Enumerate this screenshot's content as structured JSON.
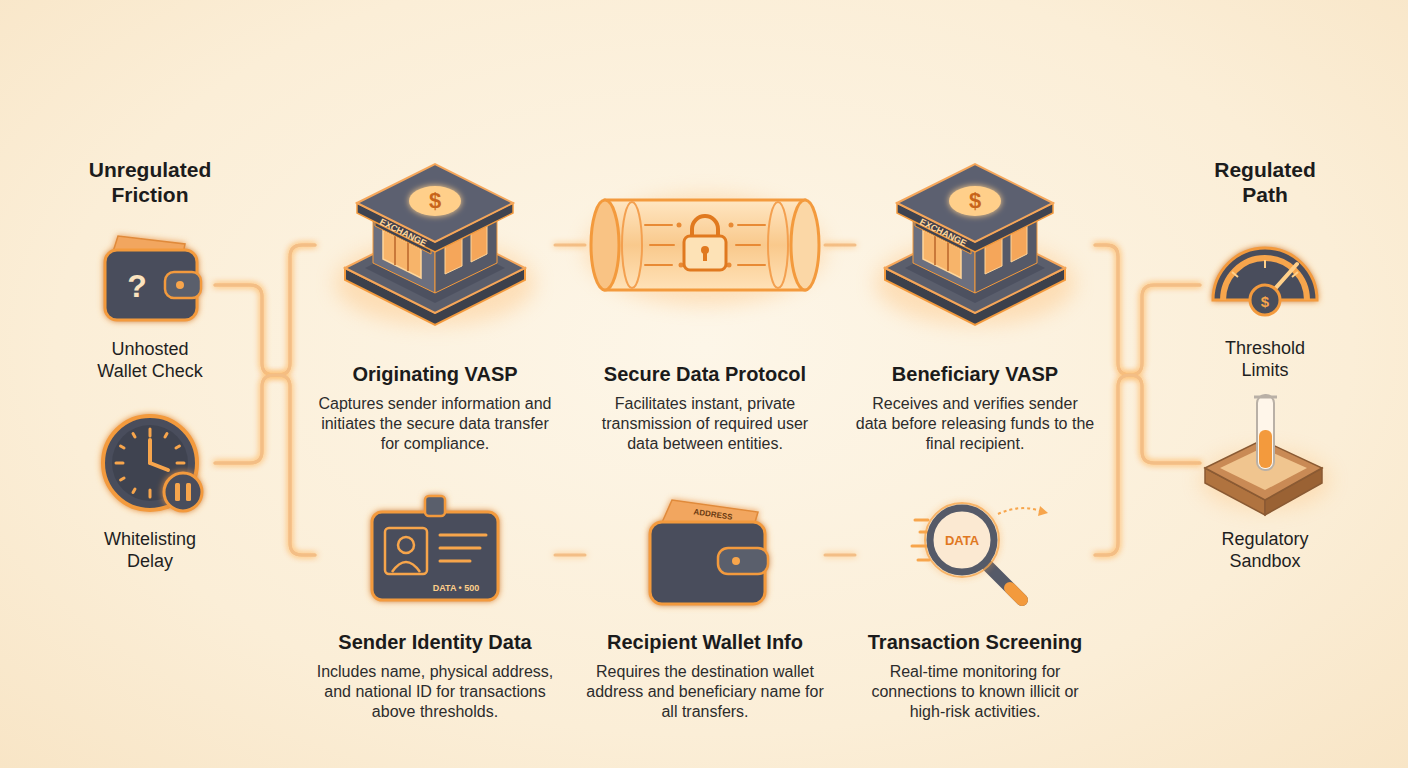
{
  "diagram": {
    "nodes": [
      {
        "text": [
          "Unhosted Wallet Check"
        ]
      },
      {
        "text": [
          "Whitelisting Delay"
        ]
      },
      {
        "text": [
          "Originating VASP",
          "Captures sender information and initiates the secure data transfer for compliance."
        ]
      },
      {
        "text": [
          "Secure Data Protocol",
          "Facilitates instant, private transmission of required user data between entities."
        ]
      },
      {
        "text": [
          "Beneficiary VASP",
          "Receives and verifies sender data before releasing funds to the final recipient."
        ]
      },
      {
        "text": [
          "Sender Identity Data",
          "Includes name, physical address, and national ID for transactions above thresholds."
        ]
      },
      {
        "text": [
          "Recipient Wallet Info",
          "Requires the destination wallet address and beneficiary name for all transfers."
        ]
      },
      {
        "text": [
          "Transaction Screening",
          "Real-time monitoring for connections to known illicit or high-risk activities."
        ]
      },
      {
        "text": [
          "Threshold Limits"
        ]
      },
      {
        "text": [
          "Regulatory Sandbox"
        ]
      }
    ],
    "edges": [
      {
        "from": 0,
        "to": 2,
        "arrow": "none"
      },
      {
        "from": 0,
        "to": 5,
        "arrow": "none"
      },
      {
        "from": 1,
        "to": 2,
        "arrow": "none"
      },
      {
        "from": 1,
        "to": 5,
        "arrow": "none"
      },
      {
        "from": 2,
        "to": 3,
        "arrow": "none"
      },
      {
        "from": 3,
        "to": 4,
        "arrow": "none"
      },
      {
        "from": 5,
        "to": 6,
        "arrow": "none"
      },
      {
        "from": 6,
        "to": 7,
        "arrow": "none"
      },
      {
        "from": 4,
        "to": 8,
        "arrow": "none"
      },
      {
        "from": 4,
        "to": 9,
        "arrow": "none"
      },
      {
        "from": 7,
        "to": 8,
        "arrow": "none"
      },
      {
        "from": 7,
        "to": 9,
        "arrow": "none"
      }
    ],
    "labels": [
      "Unregulated Friction",
      "Regulated Path",
      "?",
      "$",
      "EXCHANGE",
      "$",
      "EXCHANGE",
      "DATA • 500",
      "ADDRESS",
      "DATA",
      "$"
    ]
  }
}
